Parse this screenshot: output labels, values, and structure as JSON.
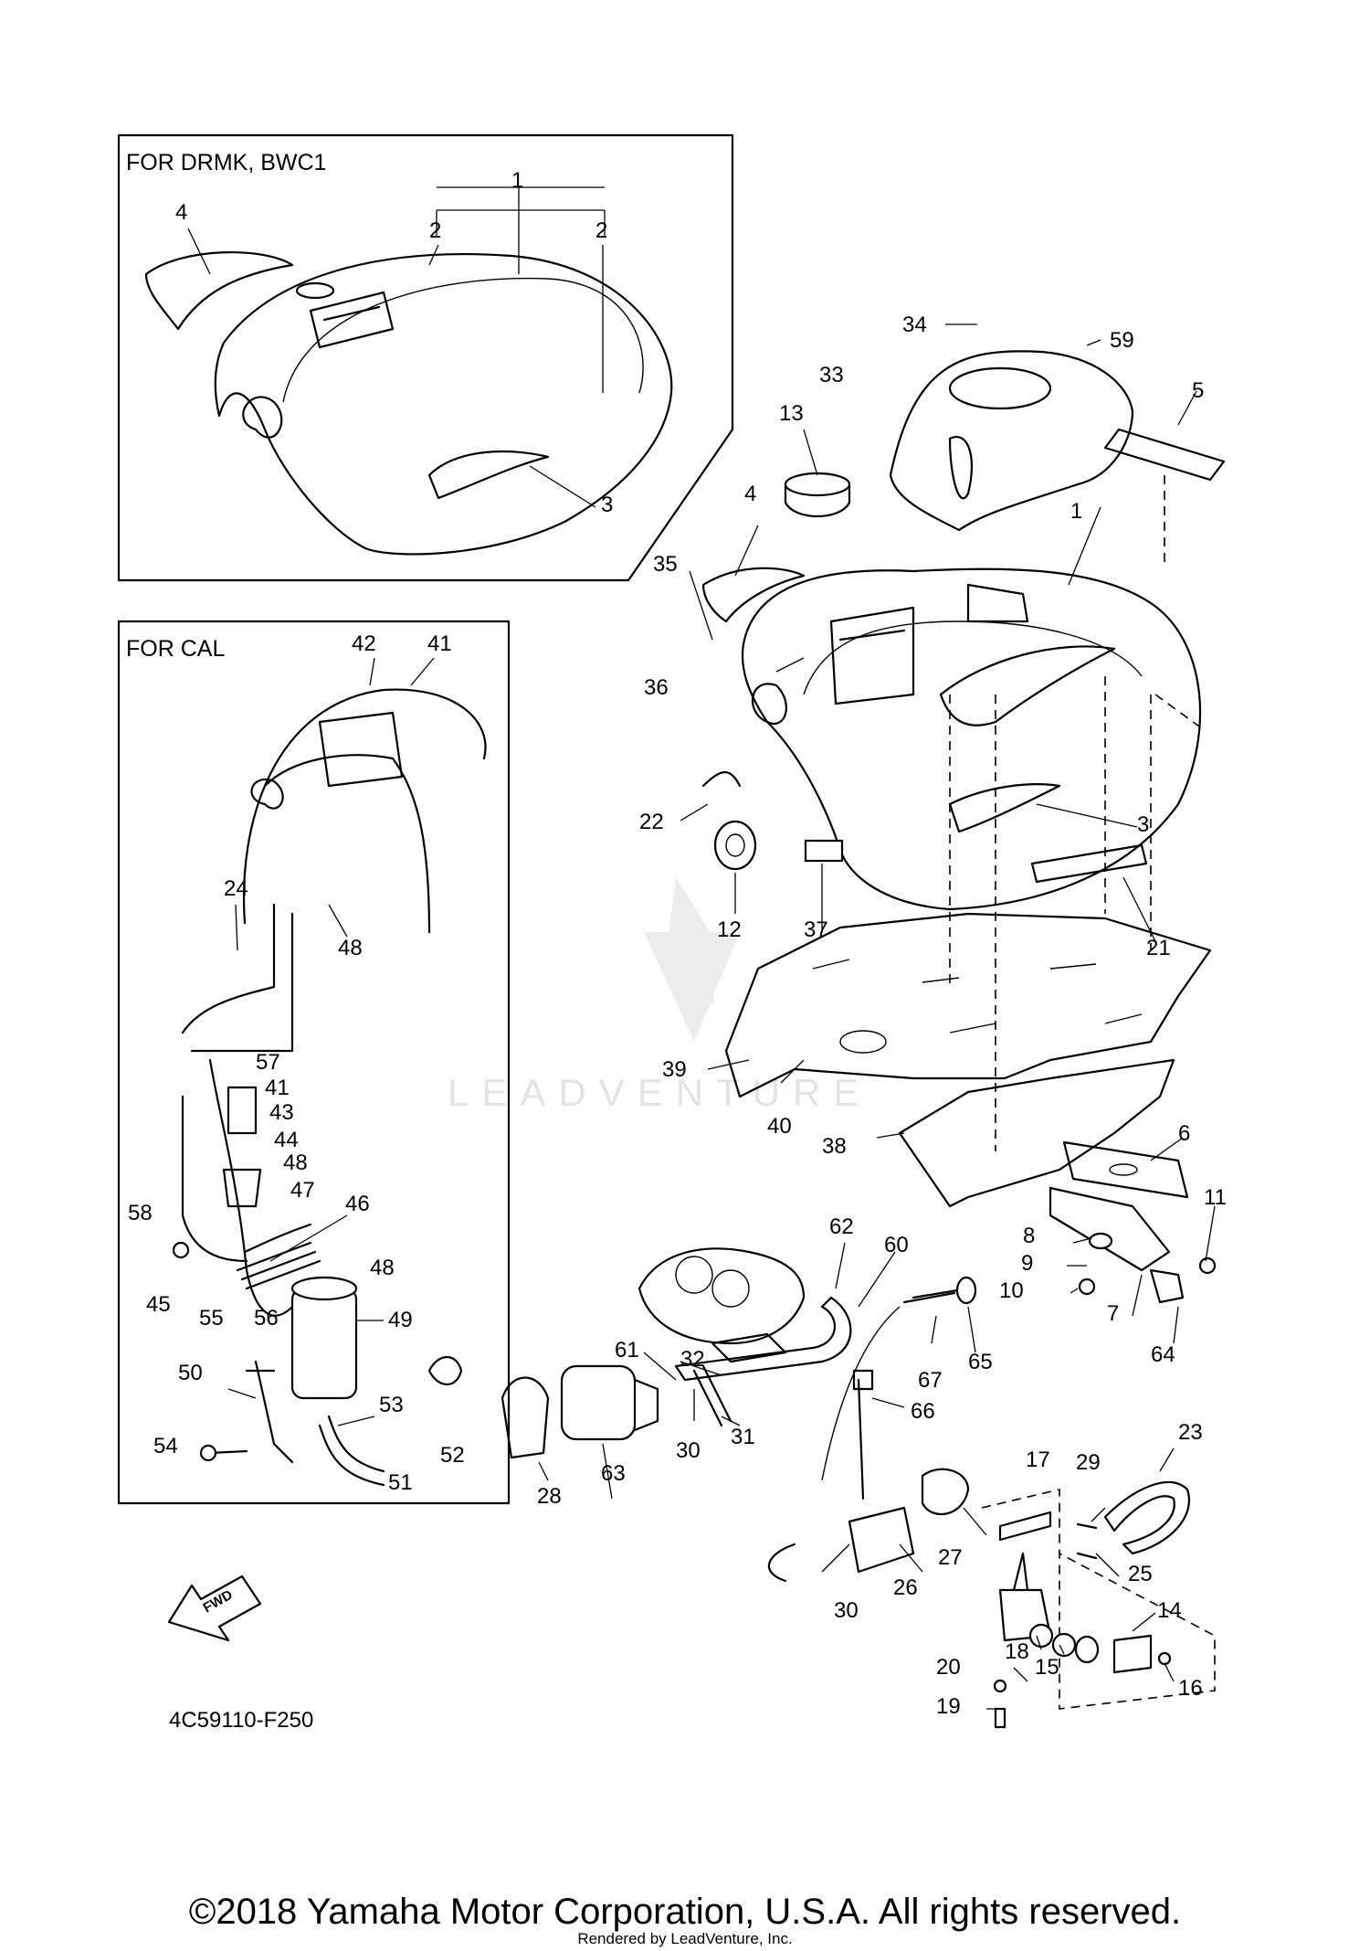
{
  "inset_boxes": {
    "drmk": {
      "title": "FOR DRMK, BWC1",
      "labels": [
        "1",
        "2",
        "2",
        "4",
        "3"
      ]
    },
    "cal": {
      "title": "FOR CAL",
      "labels": [
        "42",
        "41",
        "24",
        "48",
        "57",
        "41",
        "43",
        "44",
        "48",
        "47",
        "46",
        "58",
        "45",
        "55",
        "56",
        "48",
        "49",
        "50",
        "53",
        "54",
        "51",
        "52"
      ]
    }
  },
  "main_labels": [
    "34",
    "59",
    "33",
    "5",
    "13",
    "1",
    "4",
    "35",
    "36",
    "22",
    "3",
    "12",
    "37",
    "21",
    "39",
    "40",
    "38",
    "6",
    "11",
    "8",
    "9",
    "10",
    "7",
    "64",
    "62",
    "60",
    "61",
    "32",
    "65",
    "67",
    "66",
    "30",
    "31",
    "28",
    "63",
    "17",
    "29",
    "23",
    "27",
    "26",
    "25",
    "30",
    "14",
    "18",
    "15",
    "20",
    "16",
    "19"
  ],
  "watermark": "LEADVENTURE",
  "diagram_code": "4C59110-F250",
  "fwd_label": "FWD",
  "copyright": "©2018 Yamaha Motor Corporation, U.S.A. All rights reserved.",
  "rendered_by": "Rendered by LeadVenture, Inc."
}
